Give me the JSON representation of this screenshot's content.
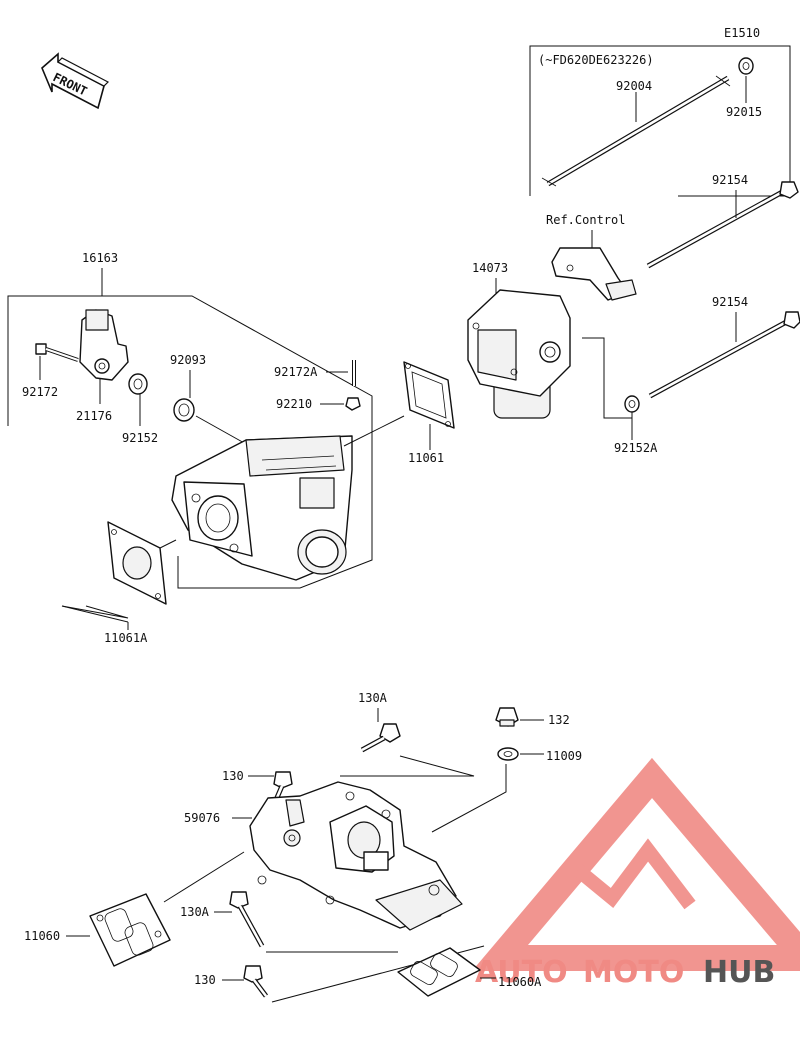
{
  "diagram": {
    "code": "E1510",
    "front_label": "FRONT",
    "serial_note": "(~FD620DE623226)",
    "ref_label": "Ref.Control",
    "labels": {
      "p92004": "92004",
      "p92015": "92015",
      "p92154_upper": "92154",
      "p92154_lower": "92154",
      "p92152A": "92152A",
      "p14073": "14073",
      "p11061": "11061",
      "p16163": "16163",
      "p92172": "92172",
      "p21176": "21176",
      "p92152": "92152",
      "p92093": "92093",
      "p92172A": "92172A",
      "p92210": "92210",
      "p11061A": "11061A",
      "p130A_top": "130A",
      "p130_top": "130",
      "p59076": "59076",
      "p132": "132",
      "p11009": "11009",
      "p11060": "11060",
      "p130A_mid": "130A",
      "p130_bottom": "130",
      "p11060A": "11060A"
    }
  },
  "watermark": {
    "part1": "AUTO",
    "part2": "MOTO",
    "part3": "HUB",
    "color_primary": "#f08a84",
    "color_secondary": "#555555"
  }
}
